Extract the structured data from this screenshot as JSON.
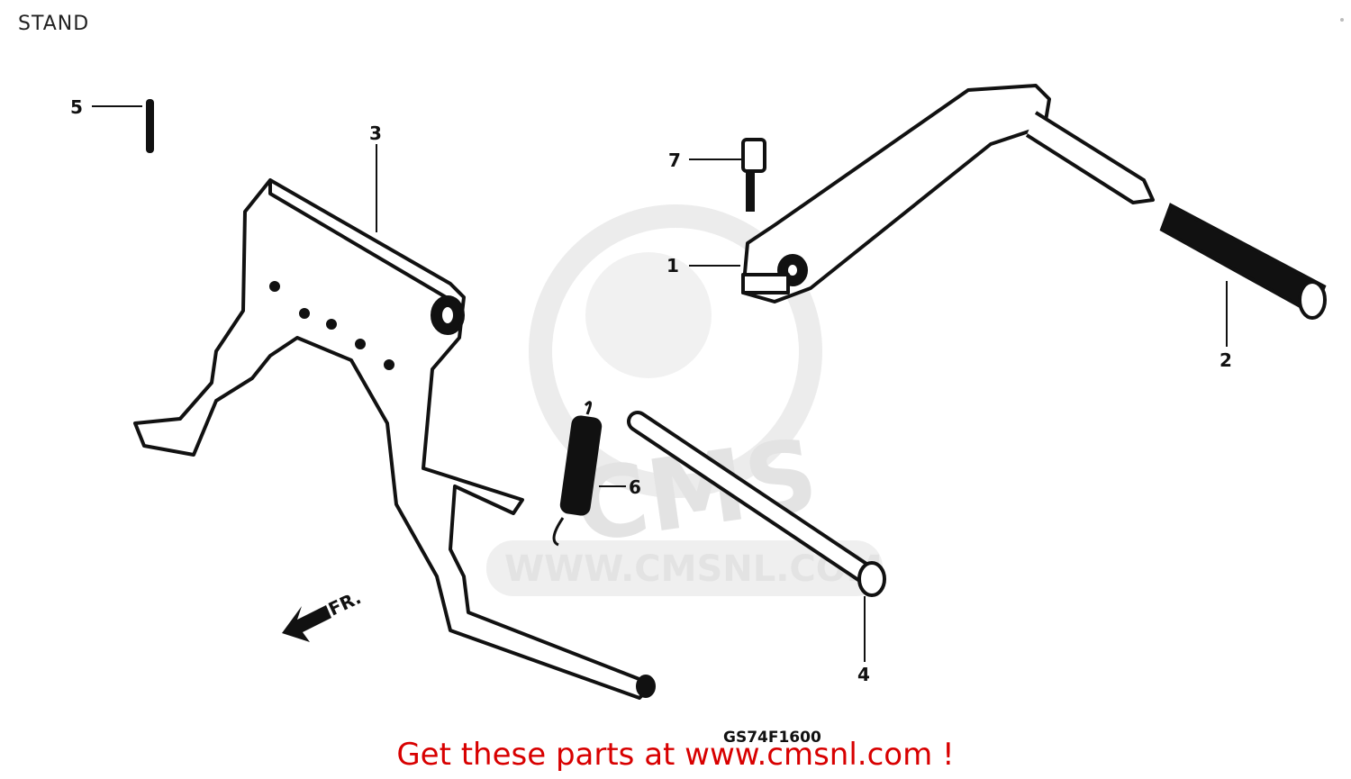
{
  "title": "STAND",
  "watermark": {
    "brand": "CMS",
    "url": "WWW.CMSNL.COM"
  },
  "callouts": [
    "1",
    "2",
    "3",
    "4",
    "5",
    "6",
    "7"
  ],
  "direction_label": "FR.",
  "drawing_code": "GS74F1600",
  "promo_text": "Get these parts at www.cmsnl.com !",
  "colors": {
    "promo": "#d80000",
    "line": "#111111",
    "watermark": "#e3e3e3"
  }
}
